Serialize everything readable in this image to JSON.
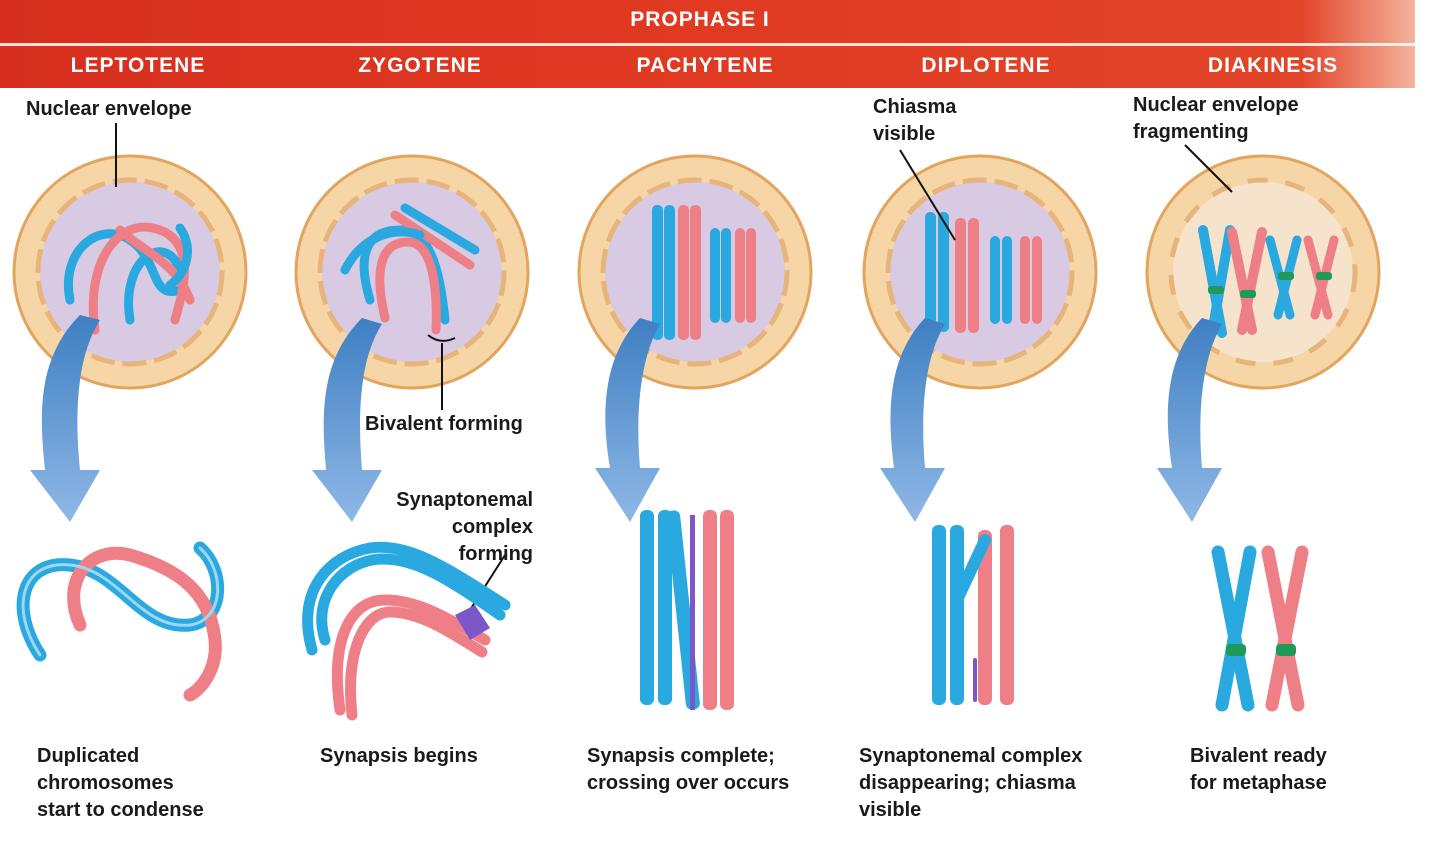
{
  "header": {
    "title": "PROPHASE I",
    "stages": [
      "LEPTOTENE",
      "ZYGOTENE",
      "PACHYTENE",
      "DIPLOTENE",
      "DIAKINESIS"
    ]
  },
  "callouts": {
    "nuclear_envelope": "Nuclear envelope",
    "bivalent_forming": "Bivalent forming",
    "synaptonemal_forming": "Synaptonemal\ncomplex\nforming",
    "chiasma_visible": "Chiasma\nvisible",
    "nuclear_fragmenting": "Nuclear envelope\nfragmenting"
  },
  "captions": [
    "Duplicated\nchromosomes\nstart to condense",
    "Synapsis begins",
    "Synapsis complete;\ncrossing over occurs",
    "Synaptonemal complex\ndisappearing; chiasma\nvisible",
    "Bivalent ready\nfor metaphase"
  ],
  "colors": {
    "banner": "#e03a22",
    "nucleus_ring": "#f5d39e",
    "nucleus_ring_stroke": "#e3a560",
    "nucleus_inner": "#d9cbe4",
    "chromosome_blue": "#2aa8e0",
    "chromosome_pink": "#ee7f86",
    "centromere_green": "#1f9a5b",
    "arrow": "#4a8ccc"
  }
}
